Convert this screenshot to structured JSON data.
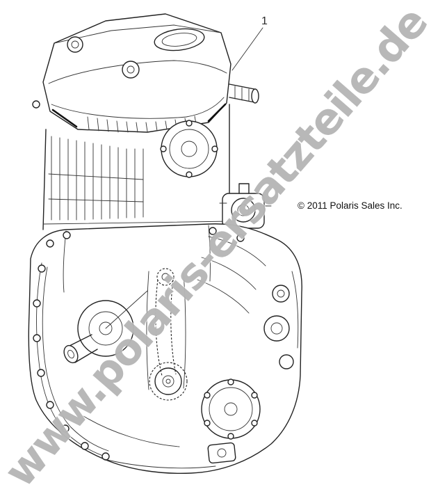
{
  "page": {
    "background_color": "#ffffff"
  },
  "watermark": {
    "text": "www.polaris-ersatzteile.de",
    "color": "#7d7d7d"
  },
  "copyright": {
    "text": "© 2011 Polaris Sales Inc."
  },
  "callout": {
    "label": "1"
  }
}
